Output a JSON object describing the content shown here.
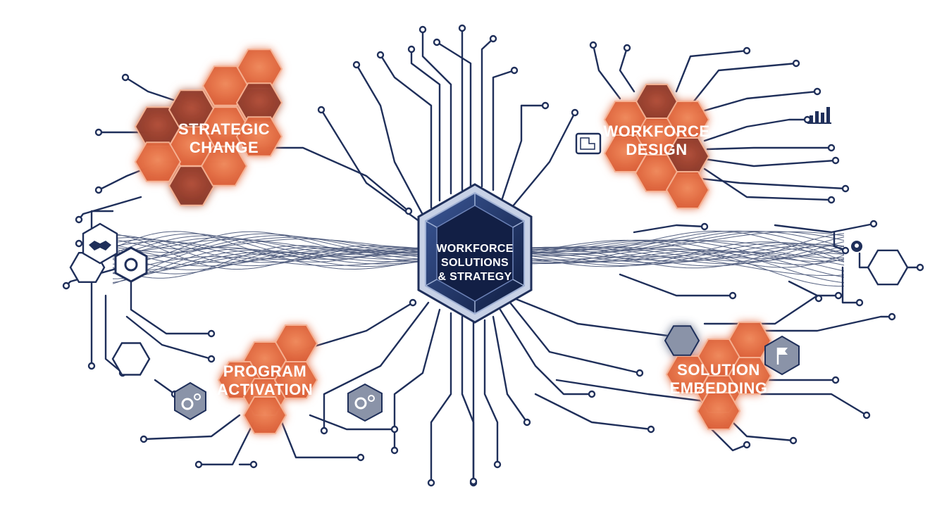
{
  "center": {
    "line1": "WORKFORCE",
    "line2": "SOLUTIONS",
    "line3": "& STRATEGY"
  },
  "clusters": {
    "strategic_change": {
      "line1": "STRATEGIC",
      "line2": "CHANGE"
    },
    "workforce_design": {
      "line1": "WORKFORCE",
      "line2": "DESIGN"
    },
    "program_activation": {
      "line1": "PROGRAM",
      "line2": "ACTIVATION"
    },
    "solution_embedding": {
      "line1": "SOLUTION",
      "line2": "EMBEDDING"
    }
  },
  "icons": [
    "handshake-icon",
    "gear-icon",
    "gears-icon",
    "blueprint-icon",
    "bar-chart-icon",
    "flag-icon",
    "user-icon"
  ],
  "colors": {
    "navy": "#1f2f5a",
    "orange": "#e0683f",
    "orange_dark": "#8f3a28",
    "center_fill": "#14234d",
    "slate": "#8a93a8"
  }
}
